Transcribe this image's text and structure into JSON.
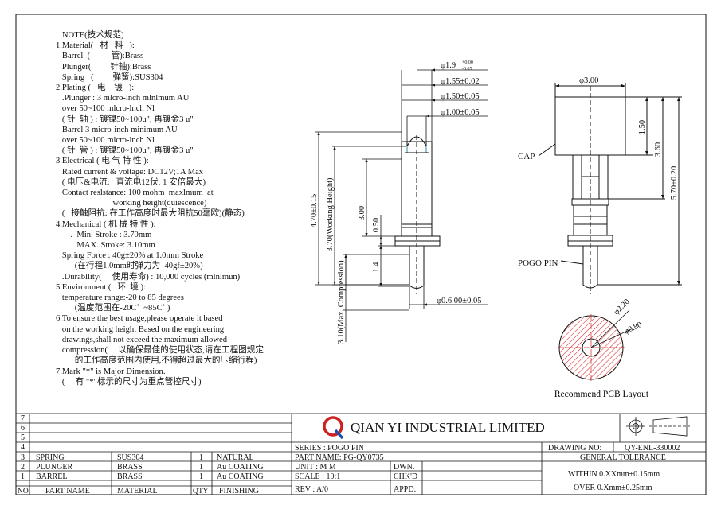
{
  "notes": [
    "      NOTE(技术规范)",
    "   1.Material(   材   料   ):",
    "      Barrel  (          管):Brass",
    "      Plunger(         针轴):Brass",
    "      Spring   (         弹簧):SUS304",
    "   2.Plating (   电    镀   ):",
    "      .Plunger : 3 mlcro-lnch mlnlmum AU",
    "      over 50~100 mlcro-lnch Nl",
    "      ( 针  轴 ) : 镀镍50~100u\", 再镀金3 u\"",
    "      Barrel 3 micro-inch minimum AU",
    "      over 50~100 mlcro-lnch Nl",
    "      ( 针  管 ) : 镀镍50~100u\", 再镀金3 u\"",
    "   3.Electrical ( 电 气 特 性 ):",
    "      Rated current & voltage: DC12V;1A Max",
    "      ( 电压&电流:   直流电12伏; 1 安倍最大)",
    "      Contact reslstance: 100 mohm  maxlmum  at",
    "                              working height(quiescence)",
    "      (   接触阻抗: 在工作高度时最大阻抗50毫欧)(静态)",
    "   4.Mechanical ( 机 械 特 性 ):",
    "          .  Min. Stroke : 3.70mm",
    "             MAX. Stroke: 3.10mm",
    "      Spring Force : 40g±20% at 1.0mm Stroke",
    "            (在行程1.0mm时弹力为  40gf±20%)",
    "      .Durabllity(     使用寿命) : 10,000 cycles (mlnlmun)",
    "   5.Environment (   环  境 ):",
    "      temperature range:-20 to 85 degrees",
    "            (温度范围在-20C˚  ~85C˚ )",
    "   6.To ensure the best usage,please operate it based",
    "      on the working height Based on the engineering",
    "      drawings,shall not exceed the maximum allowed",
    "      compression(     以确保最佳的使用状态,请在工程图规定",
    "            的工作高度范围内使用,不得超过最大的压缩行程)",
    "   7.Mark \"*\" is Major Dimension.",
    "      (     有 \"*\"标示的尺寸为重点管控尺寸)"
  ],
  "dims": {
    "d1": "φ1.9",
    "d1_sup": "+0.00",
    "d1_sub": "-0.05",
    "d2": "φ1.55±0.02",
    "d3": "φ1.50±0.05",
    "d4": "φ1.00±0.05",
    "d5": "φ0.6.00±0.05",
    "h_total": "4.70±0.15",
    "h_work": "3.70(Working Height)",
    "h_max": "3.10(Max. Compression)",
    "h300": "3.00",
    "h050": "0.50",
    "h14": "1.4",
    "r_d300": "φ3.00",
    "r_150": "1.50",
    "r_360": "3.60",
    "r_570": "5.70±0.20",
    "cap": "CAP",
    "pogo": "POGO PIN",
    "pcb_d220": "φ2.20",
    "pcb_d080": "φ0.80",
    "pcb_title": "Recommend PCB Layout"
  },
  "title_block": {
    "company": "QIAN  YI  INDUSTRIAL  LIMITED",
    "row_numbers": [
      "7",
      "6",
      "5",
      "4",
      "3",
      "2",
      "1"
    ],
    "bom": [
      {
        "no": "3",
        "part": "SPRING",
        "material": "SUS304",
        "qty": "1",
        "finish": "NATURAL"
      },
      {
        "no": "2",
        "part": "PLUNGER",
        "material": "BRASS",
        "qty": "1",
        "finish": "Au COATING"
      },
      {
        "no": "1",
        "part": "BARREL",
        "material": "BRASS",
        "qty": "1",
        "finish": "Au COATING"
      }
    ],
    "headers": {
      "no": "NO.",
      "part": "PART NAME",
      "material": "MATERIAL",
      "qty": "QTY",
      "finish": "FINISHING"
    },
    "series": "SERIES : POGO  PIN",
    "part_name": "PART NAME: PG-QY0735",
    "unit": "UNIT  : M M",
    "scale": "SCALE : 10:1",
    "rev": "REV  : A/0",
    "dwn": "DWN.",
    "chkd": "CHK'D",
    "appd": "APPD.",
    "drawing_no_label": "DRAWING NO:",
    "drawing_no": "QY-ENL-330002",
    "tol_title": "GENERAL TOLERANCE",
    "tol1": "WITHIN 0.XXmm±0.15mm",
    "tol2": "OVER   0.Xmm±0.25mm"
  }
}
